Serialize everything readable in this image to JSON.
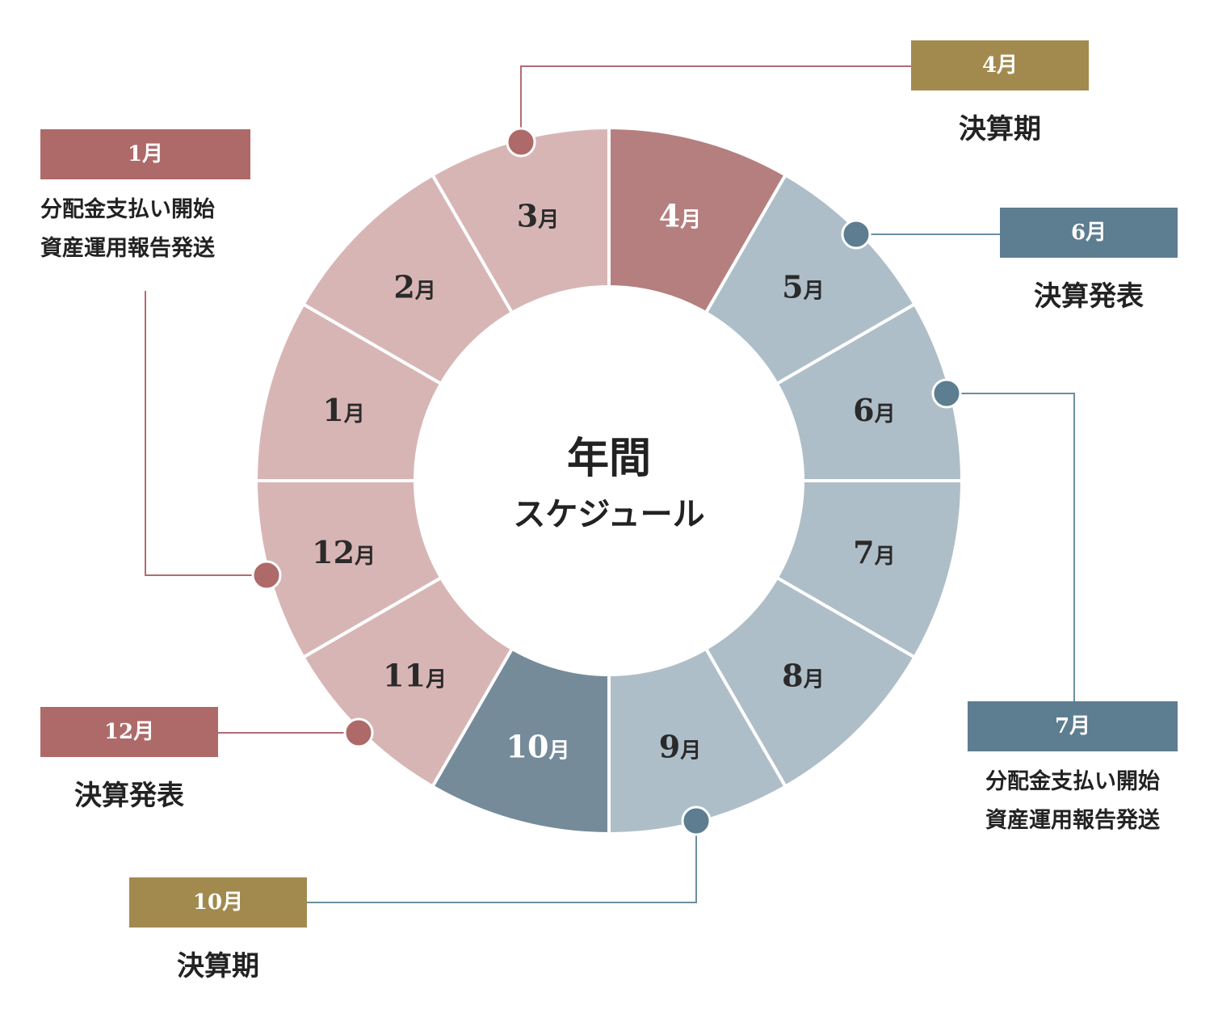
{
  "center": {
    "title": "年間",
    "subtitle": "スケジュール"
  },
  "colors": {
    "pink_light": "#d8b5b5",
    "pink_dark": "#b47f7e",
    "blue_light": "#aebec8",
    "blue_dark": "#758b9a",
    "tag_pink": "#ad6a69",
    "tag_blue": "#5d7d90",
    "tag_gold": "#a28a4f",
    "line_pink": "#b26b72",
    "line_blue": "#6c8ea0"
  },
  "months": [
    {
      "num": "4",
      "unit": "月",
      "tone": "pink_dark"
    },
    {
      "num": "5",
      "unit": "月",
      "tone": "blue_light"
    },
    {
      "num": "6",
      "unit": "月",
      "tone": "blue_light"
    },
    {
      "num": "7",
      "unit": "月",
      "tone": "blue_light"
    },
    {
      "num": "8",
      "unit": "月",
      "tone": "blue_light"
    },
    {
      "num": "9",
      "unit": "月",
      "tone": "blue_light"
    },
    {
      "num": "10",
      "unit": "月",
      "tone": "blue_dark"
    },
    {
      "num": "11",
      "unit": "月",
      "tone": "pink_light"
    },
    {
      "num": "12",
      "unit": "月",
      "tone": "pink_light"
    },
    {
      "num": "1",
      "unit": "月",
      "tone": "pink_light"
    },
    {
      "num": "2",
      "unit": "月",
      "tone": "pink_light"
    },
    {
      "num": "3",
      "unit": "月",
      "tone": "pink_light"
    }
  ],
  "callouts": {
    "apr": {
      "tag": "4月",
      "lines": [
        "決算期"
      ]
    },
    "jun": {
      "tag": "6月",
      "lines": [
        "決算発表"
      ]
    },
    "jul": {
      "tag": "7月",
      "lines": [
        "分配金支払い開始",
        "資産運用報告発送"
      ]
    },
    "oct": {
      "tag": "10月",
      "lines": [
        "決算期"
      ]
    },
    "dec": {
      "tag": "12月",
      "lines": [
        "決算発表"
      ]
    },
    "jan": {
      "tag": "1月",
      "lines": [
        "分配金支払い開始",
        "資産運用報告発送"
      ]
    }
  }
}
